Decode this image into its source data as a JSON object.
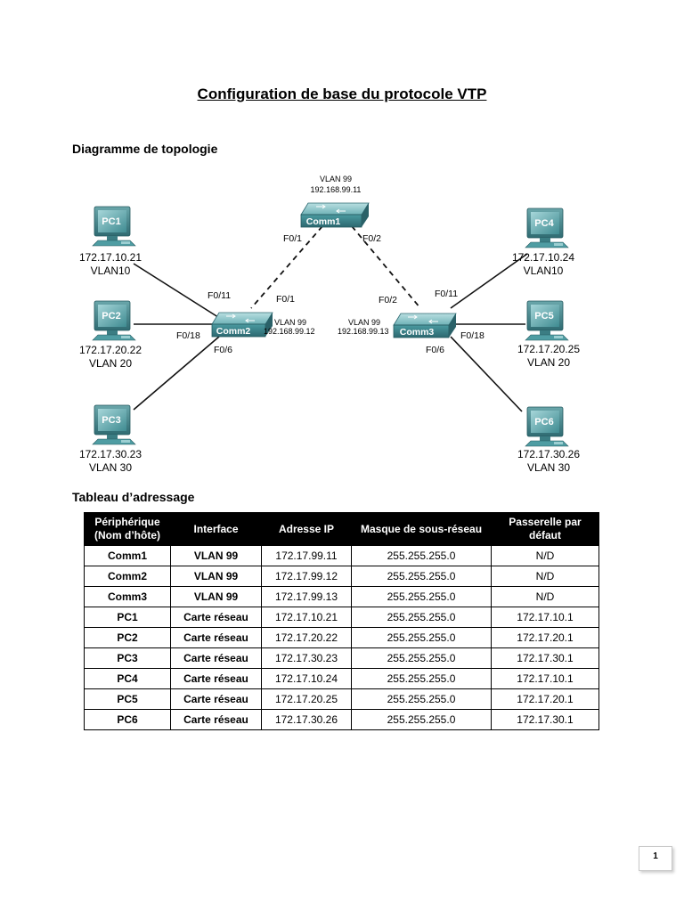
{
  "doc_title": "Configuration de base du protocole VTP",
  "sections": {
    "topology": "Diagramme de topologie",
    "addressing": "Tableau d’adressage"
  },
  "topology": {
    "switches": {
      "comm1": {
        "name": "Comm1",
        "vlan": "VLAN 99",
        "ip": "192.168.99.11"
      },
      "comm2": {
        "name": "Comm2",
        "vlan": "VLAN 99",
        "ip": "192.168.99.12"
      },
      "comm3": {
        "name": "Comm3",
        "vlan": "VLAN 99",
        "ip": "192.168.99.13"
      }
    },
    "pcs": {
      "pc1": {
        "name": "PC1",
        "ip": "172.17.10.21",
        "vlan": "VLAN10"
      },
      "pc2": {
        "name": "PC2",
        "ip": "172.17.20.22",
        "vlan": "VLAN 20"
      },
      "pc3": {
        "name": "PC3",
        "ip": "172.17.30.23",
        "vlan": "VLAN 30"
      },
      "pc4": {
        "name": "PC4",
        "ip": "172.17.10.24",
        "vlan": "VLAN10"
      },
      "pc5": {
        "name": "PC5",
        "ip": "172.17.20.25",
        "vlan": "VLAN 20"
      },
      "pc6": {
        "name": "PC6",
        "ip": "172.17.30.26",
        "vlan": "VLAN 30"
      }
    },
    "ports": {
      "c1_left": "F0/1",
      "c1_right": "F0/2",
      "c2_up": "F0/1",
      "c2_f011": "F0/11",
      "c2_f018": "F0/18",
      "c2_f06": "F0/6",
      "c3_up": "F0/2",
      "c3_f011": "F0/11",
      "c3_f018": "F0/18",
      "c3_f06": "F0/6"
    }
  },
  "table": {
    "headers": {
      "device_l1": "Périphérique",
      "device_l2": "(Nom d’hôte)",
      "interface": "Interface",
      "ip": "Adresse IP",
      "mask": "Masque de sous-réseau",
      "gw_l1": "Passerelle par",
      "gw_l2": "défaut"
    },
    "rows": [
      {
        "device": "Comm1",
        "interface": "VLAN 99",
        "ip": "172.17.99.11",
        "mask": "255.255.255.0",
        "gw": "N/D"
      },
      {
        "device": "Comm2",
        "interface": "VLAN 99",
        "ip": "172.17.99.12",
        "mask": "255.255.255.0",
        "gw": "N/D"
      },
      {
        "device": "Comm3",
        "interface": "VLAN 99",
        "ip": "172.17.99.13",
        "mask": "255.255.255.0",
        "gw": "N/D"
      },
      {
        "device": "PC1",
        "interface": "Carte réseau",
        "ip": "172.17.10.21",
        "mask": "255.255.255.0",
        "gw": "172.17.10.1"
      },
      {
        "device": "PC2",
        "interface": "Carte réseau",
        "ip": "172.17.20.22",
        "mask": "255.255.255.0",
        "gw": "172.17.20.1"
      },
      {
        "device": "PC3",
        "interface": "Carte réseau",
        "ip": "172.17.30.23",
        "mask": "255.255.255.0",
        "gw": "172.17.30.1"
      },
      {
        "device": "PC4",
        "interface": "Carte réseau",
        "ip": "172.17.10.24",
        "mask": "255.255.255.0",
        "gw": "172.17.10.1"
      },
      {
        "device": "PC5",
        "interface": "Carte réseau",
        "ip": "172.17.20.25",
        "mask": "255.255.255.0",
        "gw": "172.17.20.1"
      },
      {
        "device": "PC6",
        "interface": "Carte réseau",
        "ip": "172.17.30.26",
        "mask": "255.255.255.0",
        "gw": "172.17.30.1"
      }
    ]
  },
  "page_number": "1",
  "colors": {
    "device_fill": "#4f9da3",
    "device_dark": "#2c6870",
    "device_light": "#9ccfd2",
    "link": "#111111"
  }
}
